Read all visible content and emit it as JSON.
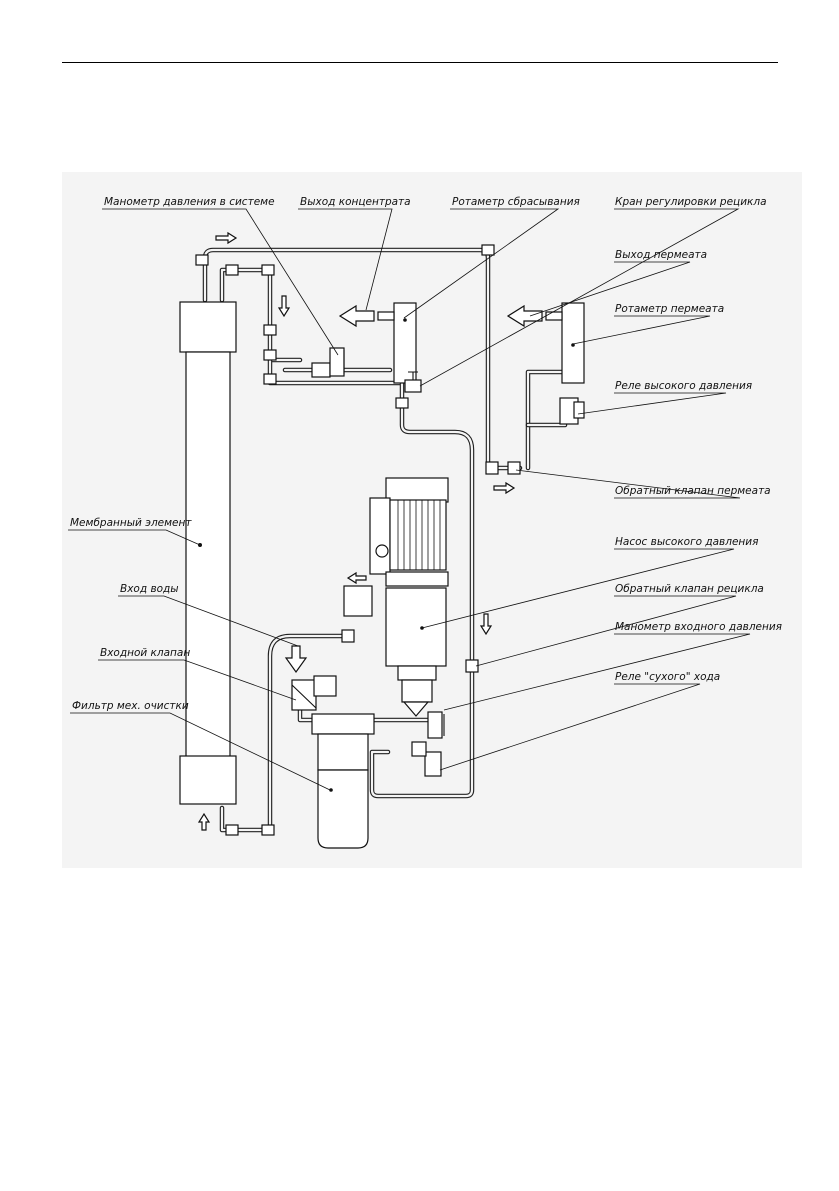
{
  "labels": {
    "system_gauge": "Манометр давления в системе",
    "concentrate_out": "Выход концентрата",
    "drain_rotameter": "Ротаметр сбрасывания",
    "recycle_valve": "Кран регулировки рецикла",
    "permeate_out": "Выход пермеата",
    "permeate_rotameter": "Ротаметр пермеата",
    "high_pressure_relay": "Реле высокого давления",
    "permeate_check_valve": "Обратный клапан пермеата",
    "membrane_element": "Мембранный элемент",
    "high_pressure_pump": "Насос высокого давления",
    "water_inlet": "Вход воды",
    "recycle_check_valve": "Обратный клапан рецикла",
    "inlet_gauge": "Манометр входного давления",
    "inlet_valve": "Входной клапан",
    "dry_run_relay": "Реле \"сухого\" хода",
    "mech_filter": "Фильтр мех. очистки"
  }
}
